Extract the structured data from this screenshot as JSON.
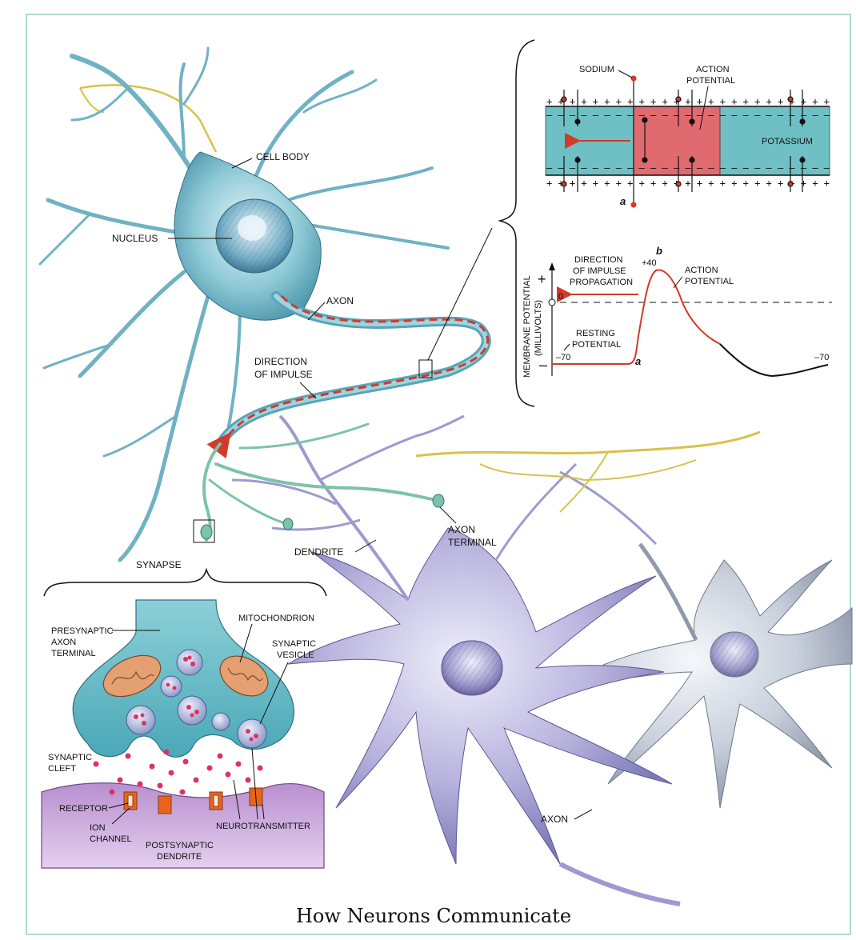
{
  "title": "How Neurons Communicate",
  "neuron_labels": {
    "cell_body": "CELL BODY",
    "nucleus": "NUCLEUS",
    "axon": "AXON",
    "direction_line1": "DIRECTION",
    "direction_line2": "OF IMPULSE",
    "axon_terminal_line1": "AXON",
    "axon_terminal_line2": "TERMINAL",
    "dendrite": "DENDRITE",
    "synapse": "SYNAPSE",
    "axon_lower": "AXON"
  },
  "membrane": {
    "sodium": "SODIUM",
    "action_line1": "ACTION",
    "action_line2": "POTENTIAL",
    "potassium": "POTASSIUM",
    "marker_a": "a",
    "charges_top": "+ + + + + + + + + + + + + + + + + + + + + + + + +",
    "charges_inner": "– – – – – – – – – – – – – – – – – – – – – – – – –"
  },
  "graph": {
    "ylabel_line1": "MEMBRANE POTENTIAL",
    "ylabel_line2": "(MILLIVOLTS)",
    "plus": "+",
    "minus": "–",
    "zero": "0",
    "plus40": "+40",
    "minus70_left": "–70",
    "minus70_right": "–70",
    "marker_a": "a",
    "marker_b": "b",
    "direction_line1": "DIRECTION",
    "direction_line2": "OF IMPULSE",
    "direction_line3": "PROPAGATION",
    "action_line1": "ACTION",
    "action_line2": "POTENTIAL",
    "resting_line1": "RESTING",
    "resting_line2": "POTENTIAL"
  },
  "synapse_detail": {
    "presynaptic_line1": "PRESYNAPTIC",
    "presynaptic_line2": "AXON",
    "presynaptic_line3": "TERMINAL",
    "mitochondrion": "MITOCHONDRION",
    "vesicle_line1": "SYNAPTIC",
    "vesicle_line2": "VESICLE",
    "cleft_line1": "SYNAPTIC",
    "cleft_line2": "CLEFT",
    "receptor": "RECEPTOR",
    "ion_line1": "ION",
    "ion_line2": "CHANNEL",
    "neurotransmitter": "NEUROTRANSMITTER",
    "post_line1": "POSTSYNAPTIC",
    "post_line2": "DENDRITE"
  },
  "colors": {
    "neuron_teal": "#8ec9d6",
    "neuron_purple": "#b6b2dd",
    "neuron_gray": "#c9d0dc",
    "axon_green": "#7cc3a8",
    "impulse_red": "#d23a2a",
    "membrane_teal": "#6fc0c4",
    "action_red": "#e06a6e",
    "transmitter_pink": "#e0306a",
    "border": "#8fcfc4"
  }
}
